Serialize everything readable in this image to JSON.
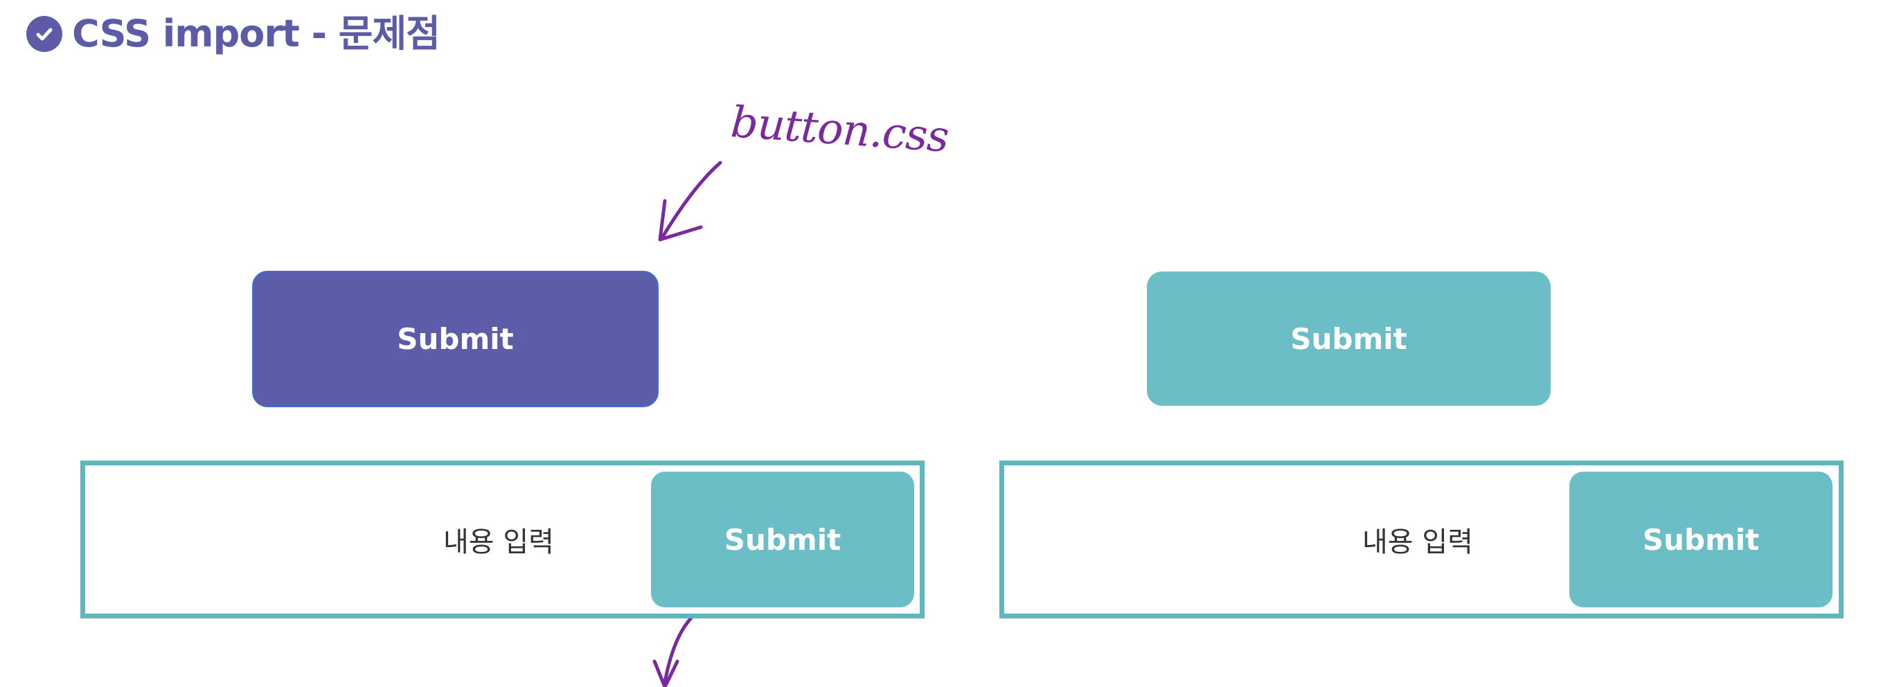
{
  "header": {
    "title": "CSS import - 문제점",
    "icon": "check-circle-icon",
    "accent_color": "#5b5ba8"
  },
  "annotation": {
    "text": "button.css",
    "color": "#7a2a9c"
  },
  "left_example": {
    "standalone_button_label": "Submit",
    "standalone_button_color": "#5c5ca8",
    "input_placeholder": "내용 입력",
    "input_button_label": "Submit",
    "input_button_color": "#6bbec6"
  },
  "right_example": {
    "standalone_button_label": "Submit",
    "standalone_button_color": "#6bbec6",
    "input_placeholder": "내용 입력",
    "input_button_label": "Submit",
    "input_button_color": "#6bbec6"
  },
  "frame_color": "#5fb6bd"
}
